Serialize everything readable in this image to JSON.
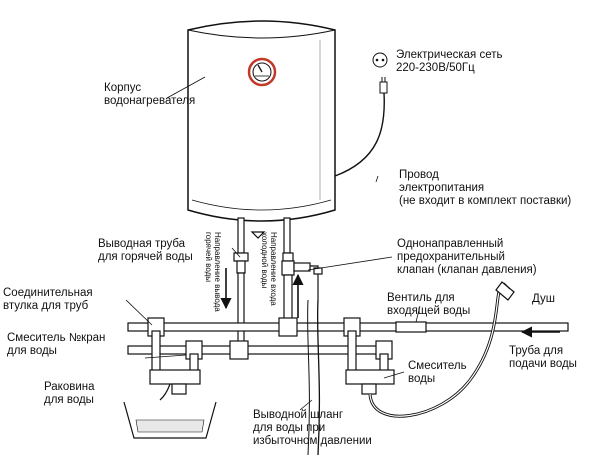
{
  "labels": {
    "body": [
      "Корпус",
      "водонагревателя"
    ],
    "mains": [
      "Электрическая сеть",
      "220-230В/50Гц"
    ],
    "cable": [
      "Провод",
      "электропитания",
      "(не входит в комплект поставки)"
    ],
    "hot_outlet": [
      "Выводная труба",
      "для горячей воды"
    ],
    "check_valve": [
      "Однонаправленный",
      "предохранительный",
      "клапан (клапан давления)"
    ],
    "coupling": [
      "Соединительная",
      "втулка для труб"
    ],
    "inlet_valve": [
      "Вентиль для",
      "входящей воды"
    ],
    "shower": [
      "Душ"
    ],
    "faucet_left": [
      "Смеситель №кран",
      "для воды"
    ],
    "supply_pipe": [
      "Труба для",
      "подачи воды"
    ],
    "mixer_right": [
      "Смеситель",
      "воды"
    ],
    "sink": [
      "Раковина",
      "для воды"
    ],
    "drain_hose": [
      "Выводной шланг",
      "для воды при",
      "избыточном давлении"
    ],
    "hot_direction": [
      "Направление вывода",
      "горячей воды"
    ],
    "cold_direction": [
      "Направление входа",
      "холодной воды"
    ]
  },
  "colors": {
    "line": "#111111",
    "tank_fill": "#ffffff",
    "gauge_ring": "#c0392b",
    "water": "#e8e8e8"
  }
}
